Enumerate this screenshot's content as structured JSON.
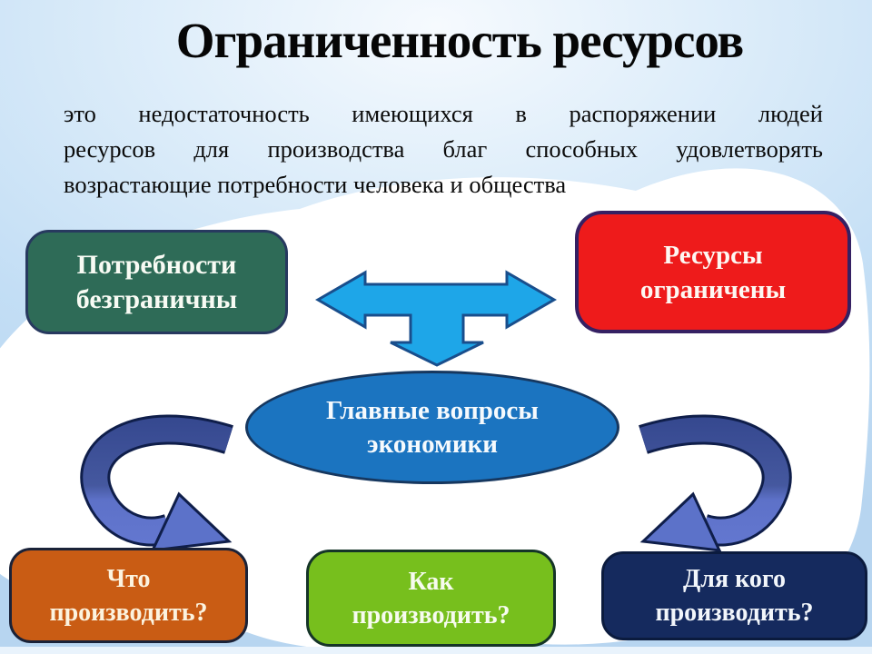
{
  "slide": {
    "title": "Ограниченность ресурсов",
    "definition_lines": [
      "это недостаточность имеющихся в распоряжении людей",
      "ресурсов для производства благ способных удовлетворять",
      "возрастающие потребности человека и общества"
    ],
    "top_row": {
      "needs_box": {
        "lines": [
          "Потребности",
          "безграничны"
        ],
        "fill": "#2E6B57"
      },
      "resources_box": {
        "lines": [
          "Ресурсы",
          "ограничены"
        ],
        "fill": "#EE1B1B"
      }
    },
    "center_ellipse": {
      "lines": [
        "Главные вопросы",
        "экономики"
      ],
      "fill": "#1B74C0"
    },
    "bottom_row": [
      {
        "lines": [
          "Что",
          "производить?"
        ],
        "fill": "#C95C14"
      },
      {
        "lines": [
          "Как",
          "производить?"
        ],
        "fill": "#77BF1D"
      },
      {
        "lines": [
          "Для кого",
          "производить?"
        ],
        "fill": "#152A5E"
      }
    ],
    "icons": {
      "exchange": "three-way-arrow",
      "flow_left": "curved-arrow-down-left",
      "flow_right": "curved-arrow-down-right"
    },
    "colors": {
      "background_top": "#F6FAFE",
      "background_edge": "#B7D5F0",
      "blob": "#FFFFFF",
      "exchange_arrow": "#1EA6E8",
      "curved_arrow_dark": "#35488E",
      "curved_arrow_light": "#6478D0",
      "title_text": "#060606",
      "box_text": "#F8FBF4"
    }
  }
}
